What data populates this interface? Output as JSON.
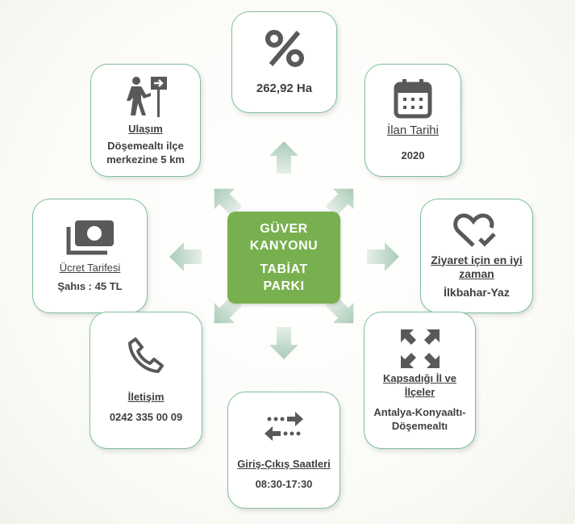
{
  "center": {
    "line1": "GÜVER",
    "line2": "KANYONU",
    "line3": "TABİAT",
    "line4": "PARKI"
  },
  "cards": {
    "area": {
      "icon": "percent-icon",
      "value": "262,92 Ha"
    },
    "transport": {
      "icon": "hiker-sign-icon",
      "title": "Ulaşım",
      "value": "Döşemealtı  ilçe merkezine 5 km"
    },
    "date": {
      "icon": "calendar-icon",
      "title": "İlan Tarihi",
      "value": "2020"
    },
    "fee": {
      "icon": "money-icon",
      "title": "Ücret Tarifesi",
      "value": "Şahıs : 45 TL"
    },
    "visit": {
      "icon": "heart-check-icon",
      "title": "Ziyaret için en iyi zaman",
      "value": "İlkbahar-Yaz"
    },
    "contact": {
      "icon": "phone-icon",
      "title": "İletişim",
      "value": "0242 335 00 09"
    },
    "coverage": {
      "icon": "expand-arrows-icon",
      "title": "Kapsadığı İl ve İlçeler",
      "value": "Antalya-Konyaaltı-Döşemealtı"
    },
    "hours": {
      "icon": "exchange-arrows-icon",
      "title": "Giriş-Çıkış Saatleri",
      "value": "08:30-17:30"
    }
  },
  "colors": {
    "center": "#79b04f",
    "border": "#7fbf9a",
    "icon": "#595959",
    "arrow": "#b5d3c2"
  }
}
